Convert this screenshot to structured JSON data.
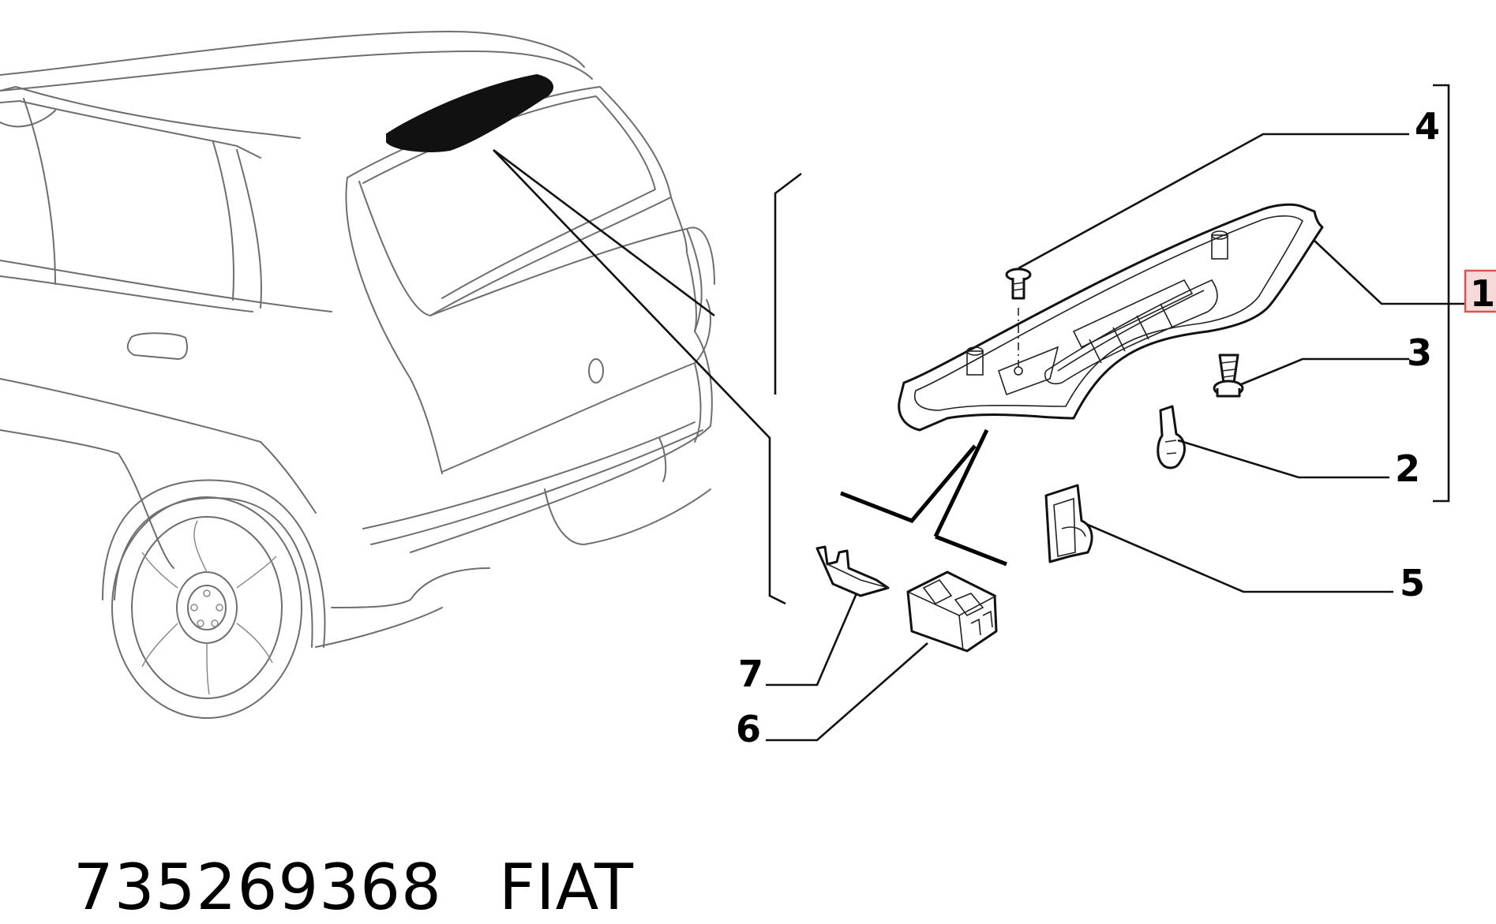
{
  "callouts": [
    {
      "id": "1",
      "label": "1",
      "highlighted": true
    },
    {
      "id": "2",
      "label": "2"
    },
    {
      "id": "3",
      "label": "3"
    },
    {
      "id": "4",
      "label": "4"
    },
    {
      "id": "5",
      "label": "5"
    },
    {
      "id": "6",
      "label": "6"
    },
    {
      "id": "7",
      "label": "7"
    }
  ],
  "caption": {
    "part_number": "735269368",
    "brand": "FIAT"
  },
  "colors": {
    "line": "#6e6e6e",
    "ink": "#000000",
    "highlight": "#d9534f"
  }
}
